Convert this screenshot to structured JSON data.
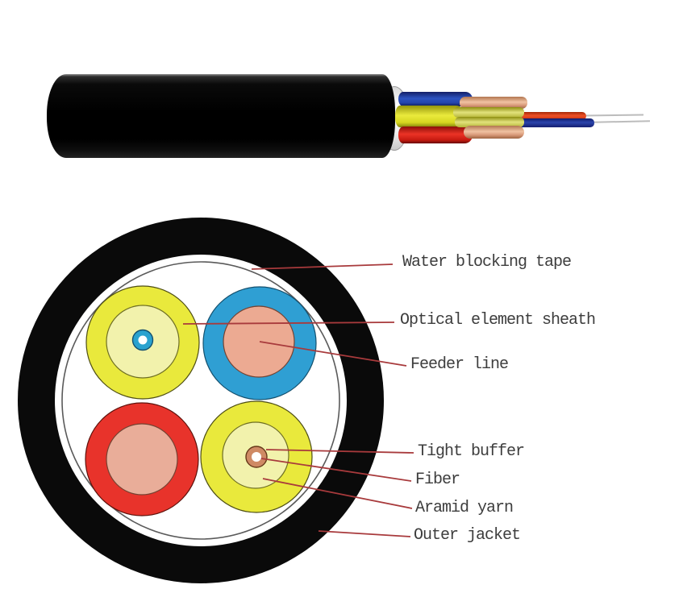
{
  "cross_section": {
    "labels": [
      {
        "text": "Water blocking tape"
      },
      {
        "text": "Optical element sheath"
      },
      {
        "text": "Feeder line"
      },
      {
        "text": "Tight buffer"
      },
      {
        "text": "Fiber"
      },
      {
        "text": "Aramid yarn"
      },
      {
        "text": "Outer jacket"
      }
    ]
  },
  "colors": {
    "leader_line": "#a83a3c",
    "label_text": "#3d3d3d",
    "outer_jacket_black": "#0a0a0a",
    "water_blocking_tape_stroke": "#5a5a5a",
    "optical_element_sheath_yellow": "#e9e93c",
    "aramid_yarn_pale_yellow": "#f2f2ac",
    "optical_element_sheath_blue": "#2f9fd3",
    "feeder_line_salmon": "#ecaa92",
    "optical_element_sheath_red": "#e8332b",
    "tight_buffer_orange": "#cf8a64",
    "fiber_white": "#ffffff",
    "loose_tube_blue": "#2c52c0",
    "loose_tube_yellow": "#eaea3c",
    "loose_tube_red": "#ec3326",
    "strength_member_tan": "#f0c2a2"
  }
}
